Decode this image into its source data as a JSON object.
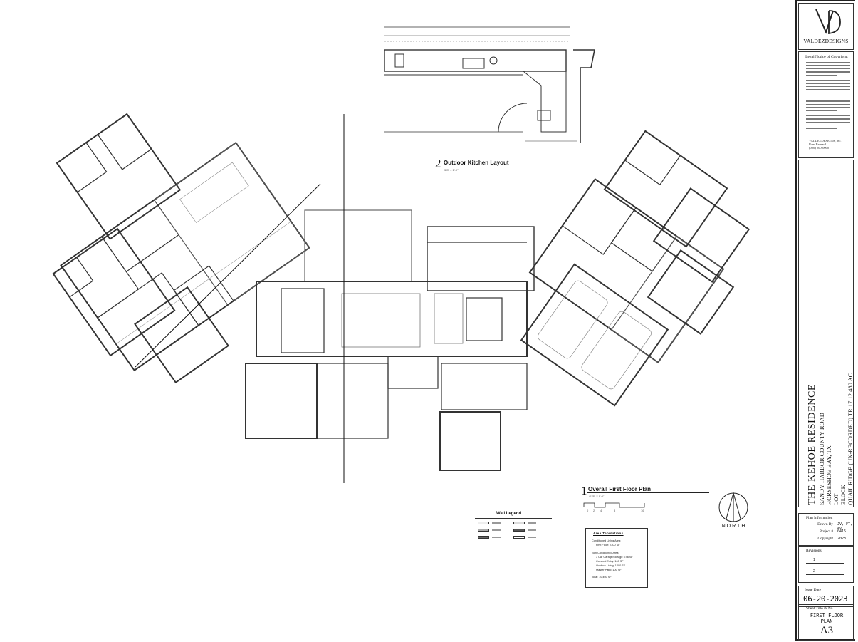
{
  "project": {
    "name": "THE KEHOE RESIDENCE",
    "address_line1": "SANDY HARBOR COUNTY ROAD",
    "address_line2": "HORSESHOE BAY, TX",
    "address_line3": "LOT",
    "address_line4": "BLOCK",
    "address_line5": "QUAIL RIDGE (UN-RECORDED) TR 17 12.480 AC"
  },
  "firm": {
    "name": "VALDEZDESIGNS",
    "monogram": "VD"
  },
  "legal": {
    "title": "Legal Notice of Copyright:",
    "footer_line1": "VALDEZDESIGNS, Inc.",
    "footer_line2": "Ram Bernard",
    "footer_line3": "(000) 000-0000"
  },
  "plan_info": {
    "title": "Plan Information",
    "drawn_by_label": "Drawn By",
    "drawn_by_value": "JV, FT, AV",
    "project_label": "Project #",
    "project_value": "0415",
    "copyright_label": "Copyright",
    "copyright_value": "2023"
  },
  "revisions": {
    "title": "Revisions",
    "rows": [
      "1",
      "2"
    ]
  },
  "issue": {
    "label": "Issue Date",
    "value": "06-20-2023"
  },
  "sheet": {
    "label": "Sheet Title & No.",
    "title_line1": "FIRST FLOOR",
    "title_line2": "PLAN",
    "number": "A3"
  },
  "drawings": [
    {
      "number": "2",
      "title": "Outdoor Kitchen Layout",
      "scale": "3/8\" = 1'-0\""
    },
    {
      "number": "1",
      "title": "Overall First Floor Plan",
      "scale": "3/16\" = 1'-0\""
    }
  ],
  "scale_bar": {
    "ticks": [
      "0",
      "2",
      "4",
      "8",
      "16"
    ]
  },
  "north": {
    "label": "NORTH"
  },
  "wall_legend": {
    "title": "Wall Legend"
  },
  "area_table": {
    "title": "Area Tabulations",
    "rows": [
      "Conditioned Living Area:",
      "First Floor: 7300 SF",
      "",
      "Non-Conditioned Area:",
      "3 Car Garage/Storage: 746 SF",
      "Covered Entry: 100 SF",
      "Outdoor Living: 1400 SF",
      "Master Patio: 100 SF",
      "",
      "Total: 10,460 SF"
    ]
  },
  "colors": {
    "ink": "#222222",
    "wall": "#444444",
    "paper": "#ffffff"
  }
}
